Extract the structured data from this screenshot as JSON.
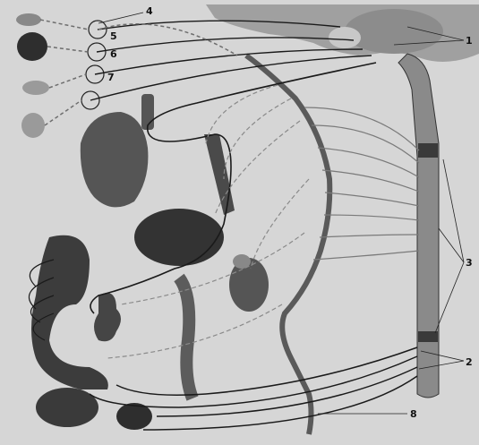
{
  "figure": {
    "labels": [
      {
        "id": "label-1",
        "text": "1"
      },
      {
        "id": "label-2",
        "text": "2"
      },
      {
        "id": "label-3",
        "text": "3"
      },
      {
        "id": "label-4",
        "text": "4"
      },
      {
        "id": "label-5",
        "text": "5"
      },
      {
        "id": "label-6",
        "text": "6"
      },
      {
        "id": "label-7",
        "text": "7"
      },
      {
        "id": "label-8",
        "text": "8"
      }
    ]
  },
  "colors": {
    "background": "#d6d6d6",
    "organ_dark": "#3a3a3a",
    "brain": "#a9a9a9",
    "nerve_solid": "#1a1a1a",
    "nerve_dashed": "#6e6e6e",
    "chain": "#5a5a5a"
  }
}
